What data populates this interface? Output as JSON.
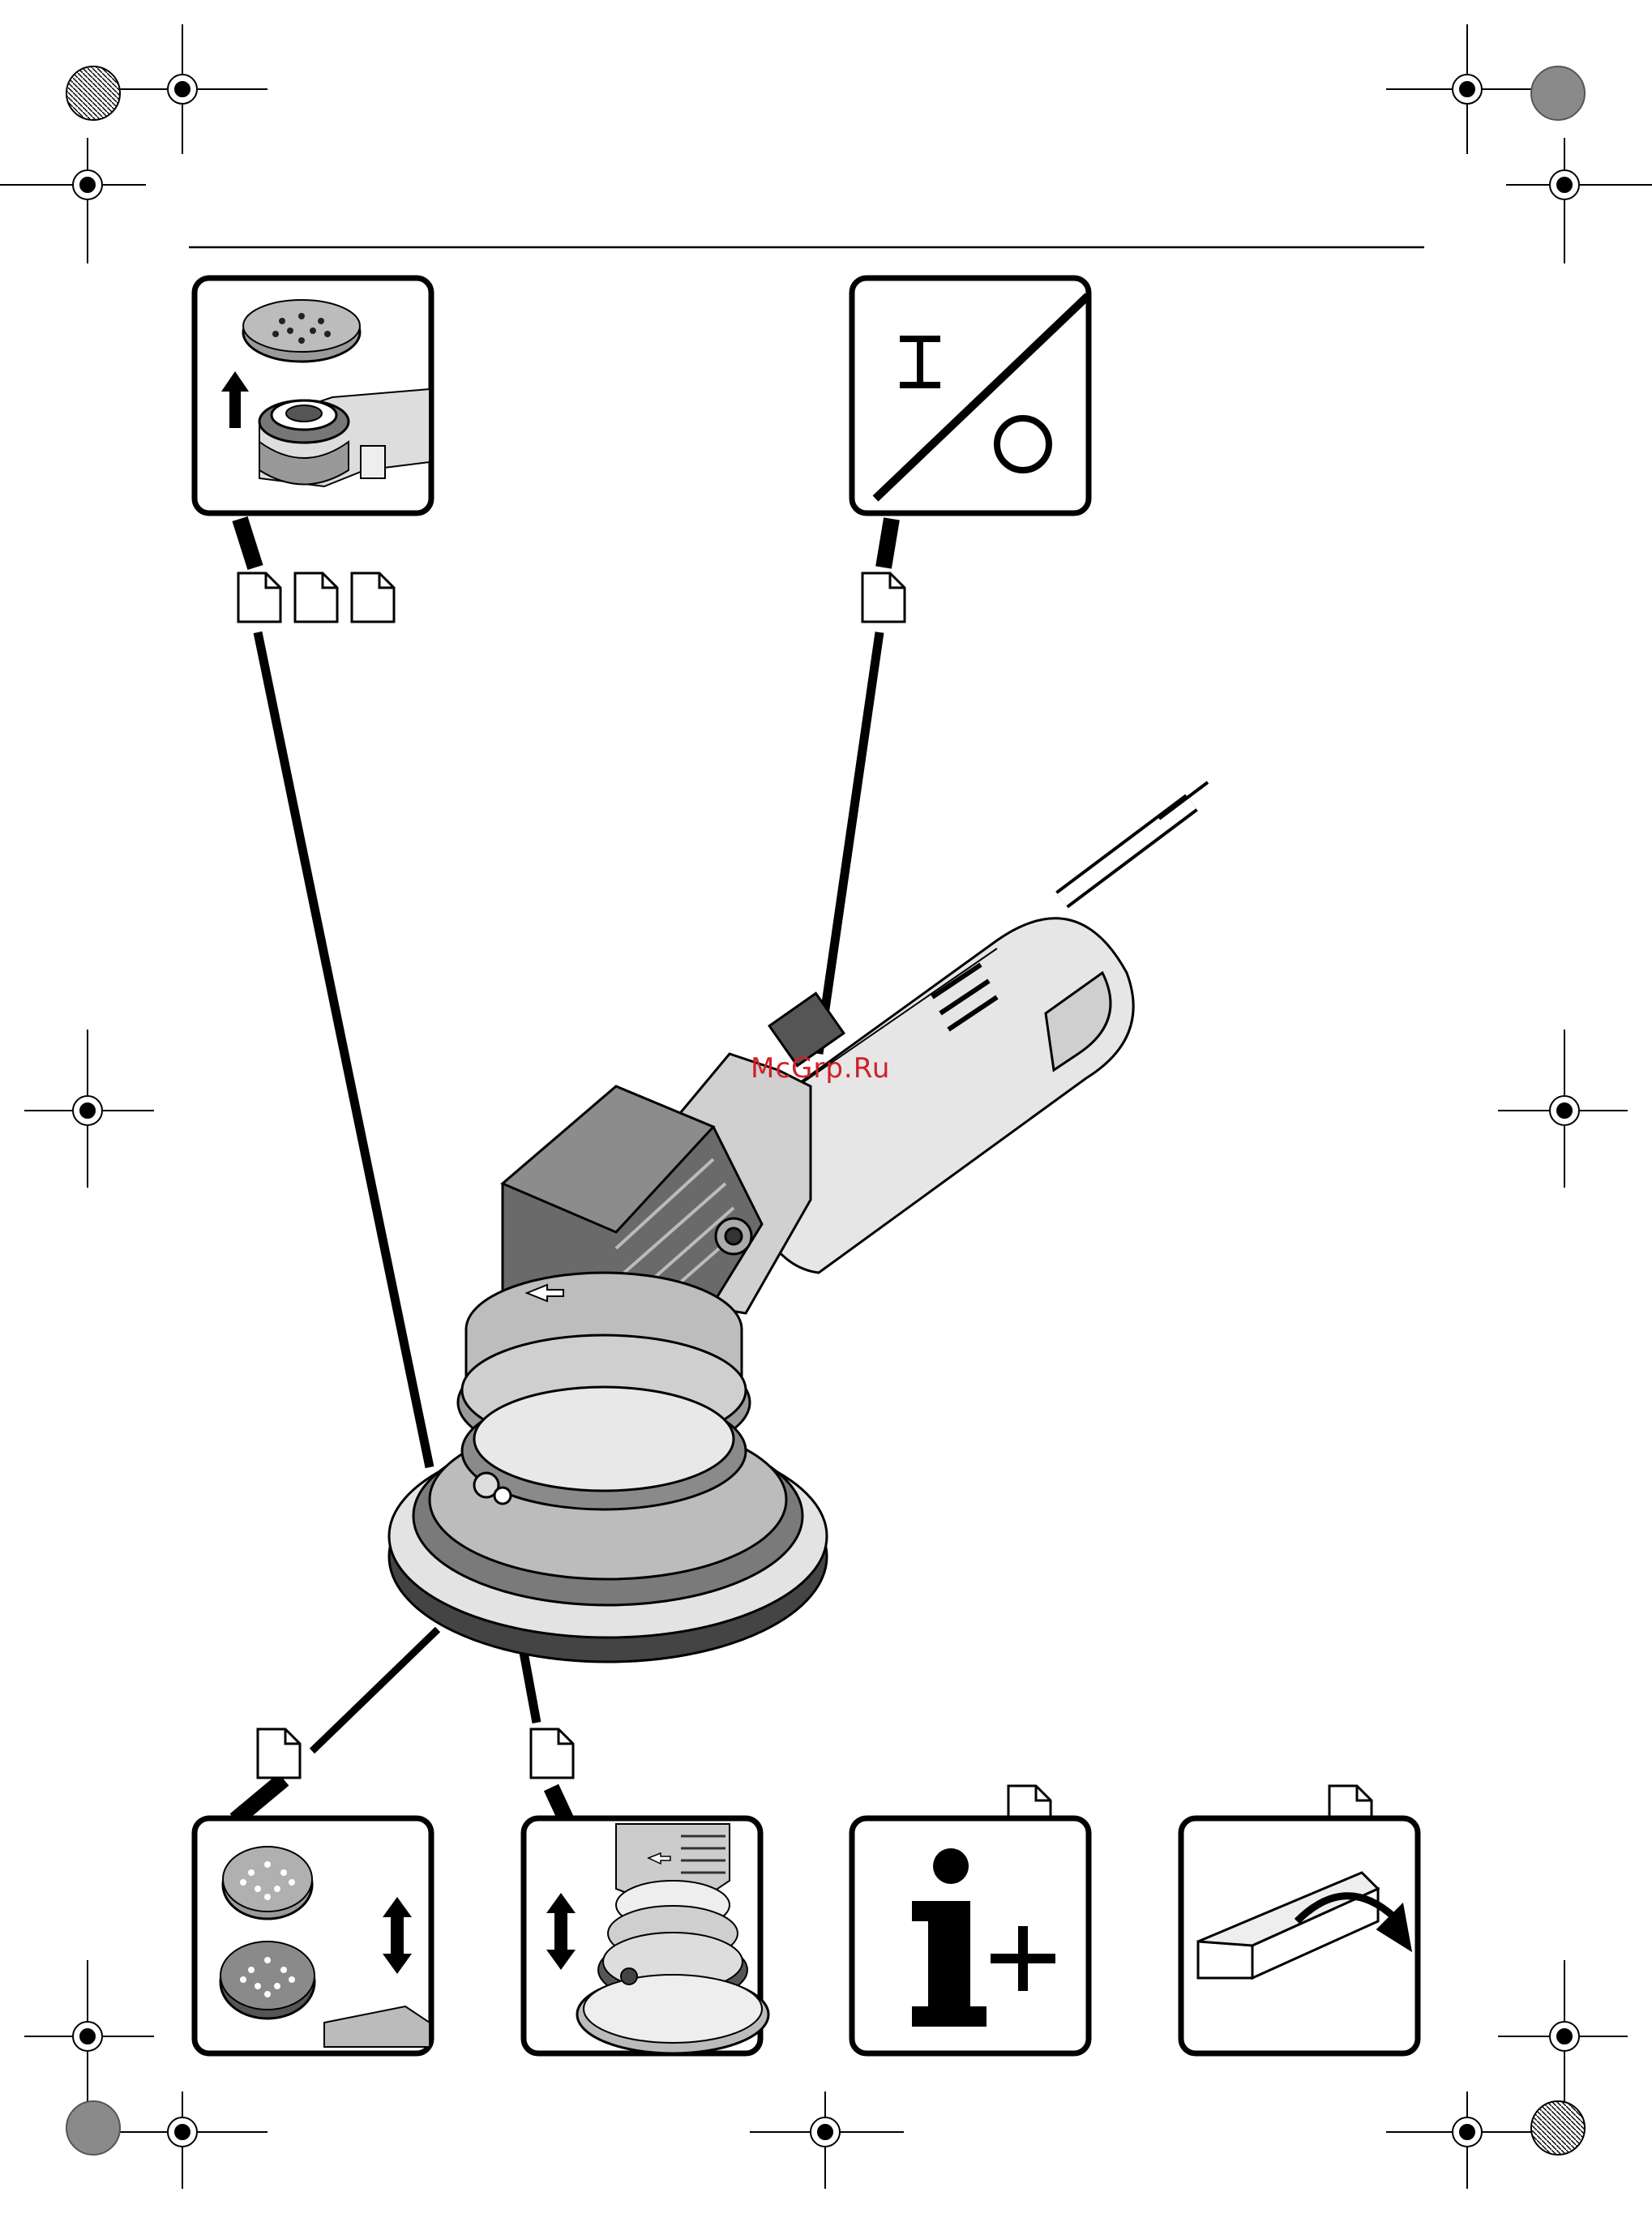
{
  "watermark": "McGrp.Ru",
  "badges": {
    "power_switch": {
      "on_symbol": "I",
      "off_symbol": "O"
    }
  },
  "icon_names": [
    "registration-mark-icon",
    "color-calibration-disc-icon",
    "document-page-icon",
    "pad-mounting-icon",
    "on-off-switch-icon",
    "pad-change-icon",
    "height-adjustment-icon",
    "additional-information-icon",
    "packaging-unfold-icon",
    "orbital-sander-illustration"
  ]
}
